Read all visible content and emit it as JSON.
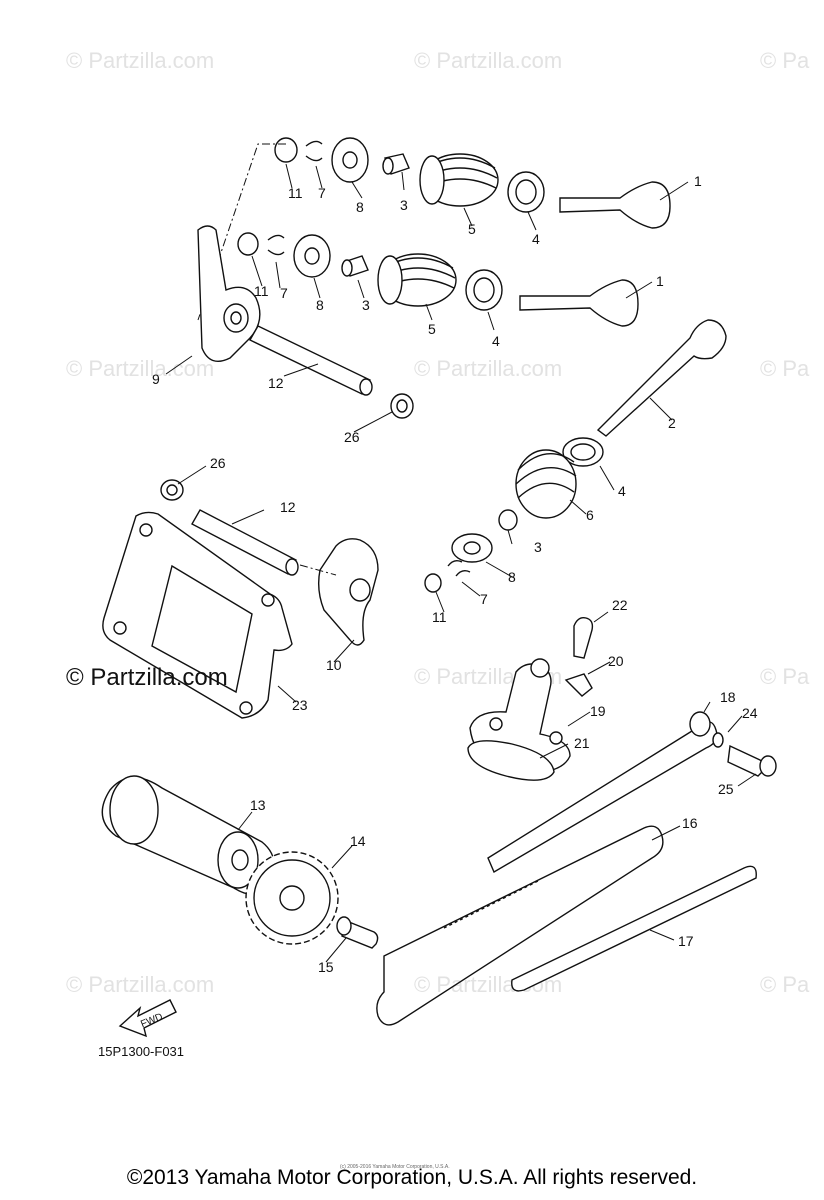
{
  "watermarks": [
    "© Partzilla.com",
    "© Partzilla.com",
    "© Pa",
    "© Partzilla.com",
    "© Partzilla.com",
    "© Pa",
    "© Partzilla.com",
    "© Pa",
    "© Partzilla.com",
    "© Partzilla.com",
    "© Pa"
  ],
  "main_watermark": "© Partzilla.com",
  "callouts": [
    "1",
    "1",
    "2",
    "3",
    "3",
    "3",
    "4",
    "4",
    "4",
    "5",
    "5",
    "6",
    "7",
    "7",
    "7",
    "8",
    "8",
    "8",
    "9",
    "10",
    "11",
    "11",
    "11",
    "12",
    "12",
    "13",
    "14",
    "15",
    "16",
    "17",
    "18",
    "19",
    "20",
    "21",
    "22",
    "23",
    "24",
    "25",
    "26",
    "26"
  ],
  "fwd_label": "FWD",
  "reference_code": "15P1300-F031",
  "tiny_credit": "(c) 2005-2016 Yamaha Motor Corporation, U.S.A.",
  "copyright": "©2013 Yamaha Motor Corporation, U.S.A. All rights reserved."
}
